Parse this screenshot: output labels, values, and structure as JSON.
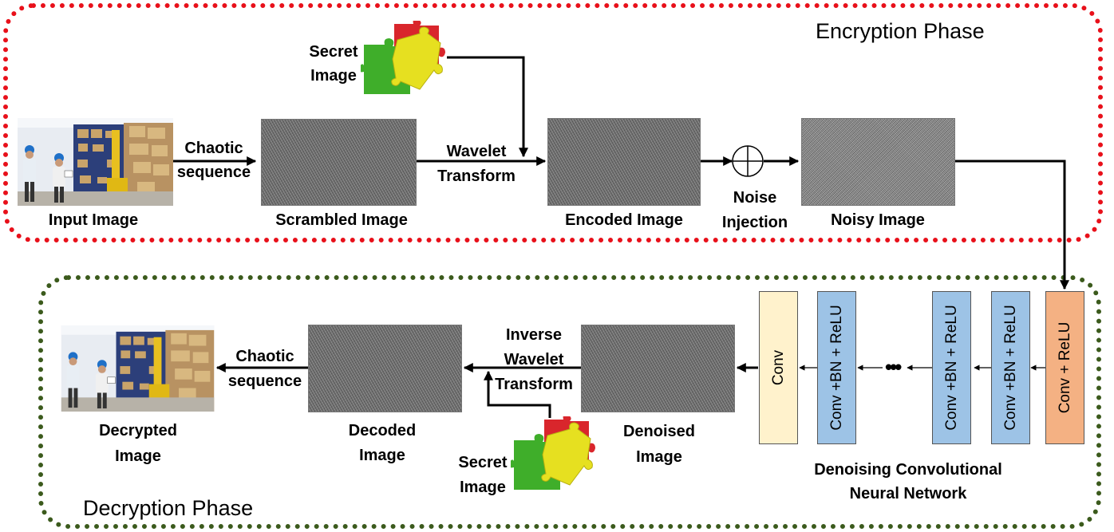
{
  "encryption": {
    "title": "Encryption Phase",
    "input_image": "Input Image",
    "chaotic_sequence": [
      "Chaotic",
      "sequence"
    ],
    "scrambled_image": "Scrambled Image",
    "secret_image": [
      "Secret",
      "Image"
    ],
    "wavelet_transform": [
      "Wavelet",
      "Transform"
    ],
    "encoded_image": "Encoded Image",
    "noise_injection": [
      "Noise",
      "Injection"
    ],
    "noisy_image": "Noisy Image"
  },
  "decryption": {
    "title": "Decryption Phase",
    "decrypted_image": [
      "Decrypted",
      "Image"
    ],
    "chaotic_sequence": [
      "Chaotic",
      "sequence"
    ],
    "decoded_image": [
      "Decoded",
      "Image"
    ],
    "inverse_wavelet_transform": [
      "Inverse",
      "Wavelet",
      "Transform"
    ],
    "secret_image": [
      "Secret",
      "Image"
    ],
    "denoised_image": [
      "Denoised",
      "Image"
    ],
    "dncnn_title": [
      "Denoising Convolutional",
      "Neural Network"
    ],
    "layers": {
      "conv": "Conv",
      "conv_bn_relu_1": "Conv +BN + ReLU",
      "ellipsis": "•••",
      "conv_bn_relu_2": "Conv +BN + ReLU",
      "conv_bn_relu_3": "Conv +BN + ReLU",
      "conv_relu": "Conv + ReLU"
    }
  },
  "colors": {
    "encryption_border": "#e8101a",
    "decryption_border": "#3b5a1c",
    "conv_fill": "#fff2cc",
    "conv_bn_relu_fill": "#9dc3e6",
    "conv_relu_fill": "#f4b183",
    "puzzle_red": "#d9262c",
    "puzzle_green": "#3fae2a",
    "puzzle_yellow": "#e6e020"
  },
  "icons": {
    "secret_image": "puzzle-pieces-icon",
    "noise_injection": "circled-plus-icon",
    "input_image": "warehouse-photo"
  }
}
